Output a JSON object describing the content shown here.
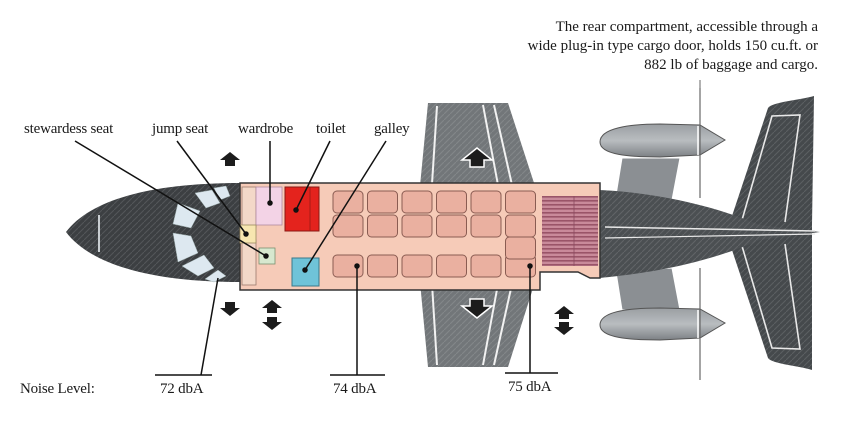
{
  "diagram": {
    "title_note": [
      "The rear compartment, accessible through a",
      "wide plug-in type cargo door, holds 150 cu.ft. or",
      "882 lb of baggage and cargo."
    ],
    "callouts": {
      "stewardess_seat": "stewardess seat",
      "jump_seat": "jump seat",
      "wardrobe": "wardrobe",
      "toilet": "toilet",
      "galley": "galley"
    },
    "noise": {
      "label": "Noise Level:",
      "readings": [
        {
          "zone": "cockpit-front",
          "value": "72 dbA"
        },
        {
          "zone": "mid-cabin",
          "value": "74 dbA"
        },
        {
          "zone": "rear-cabin",
          "value": "75 dbA"
        }
      ]
    },
    "cabin": {
      "double_seat_rows": 6,
      "single_seat_rows": 6,
      "extra_rear_seats": 1
    },
    "colors": {
      "fuselage_dark": "#3c3f42",
      "wing_gray": "#7d8185",
      "cabin_floor": "#f6cbb8",
      "seat": "#eab0a0",
      "seat_outline": "#8a5c52",
      "wardrobe": "#f3d3e6",
      "toilet": "#e4231d",
      "galley": "#6fc3d8",
      "jump_seat": "#f7e6b0",
      "stewardess_seat": "#d7e8cf",
      "cargo": "#b06a7d",
      "window": "#dde8f0"
    }
  }
}
